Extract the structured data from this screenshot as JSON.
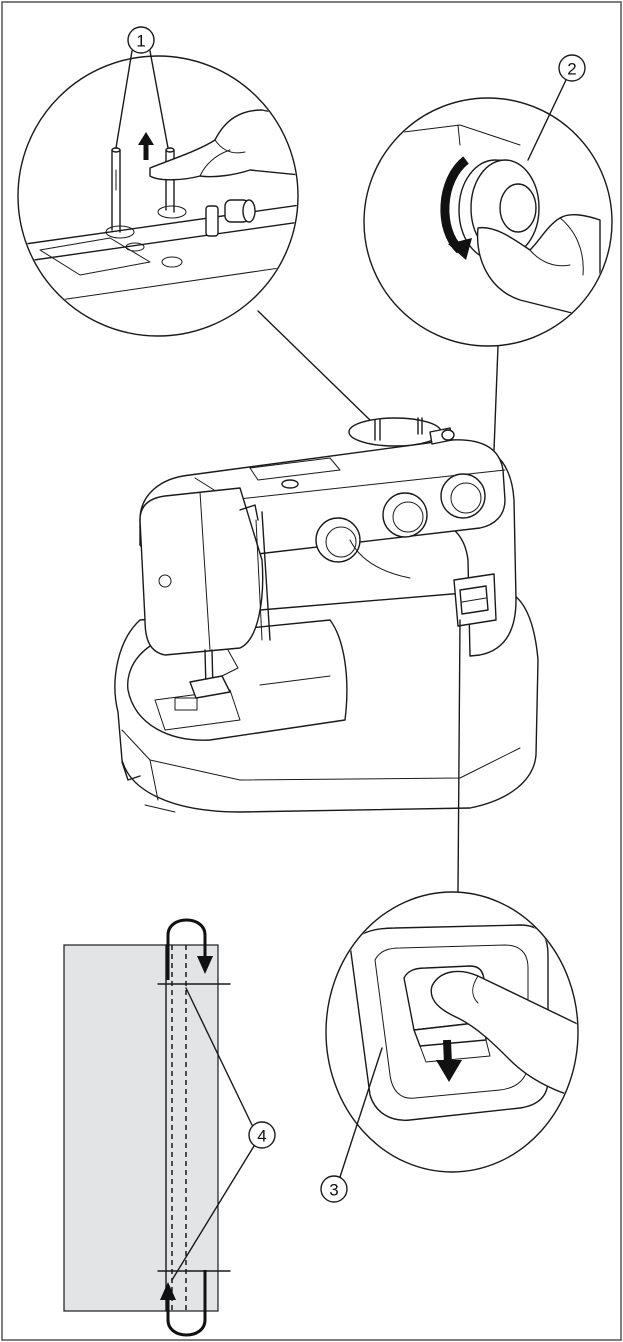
{
  "callouts": [
    {
      "id": "1",
      "label": "1"
    },
    {
      "id": "2",
      "label": "2"
    },
    {
      "id": "3",
      "label": "3"
    },
    {
      "id": "4",
      "label": "4"
    }
  ],
  "colors": {
    "ink": "#1a1a1a",
    "fabric": "#e2e4e6",
    "frame": "#555555",
    "background": "#ffffff"
  }
}
